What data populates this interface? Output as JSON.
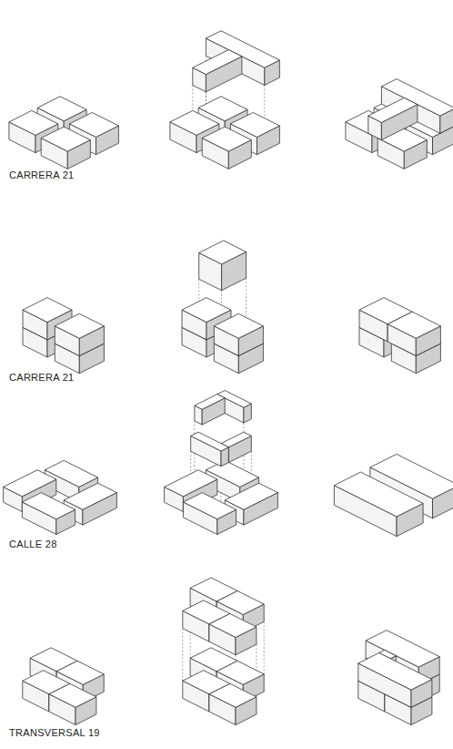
{
  "diagram": {
    "labels": [
      "CARRERA 21",
      "CARRERA 21",
      "CALLE 28",
      "TRANSVERSAL 19"
    ]
  }
}
